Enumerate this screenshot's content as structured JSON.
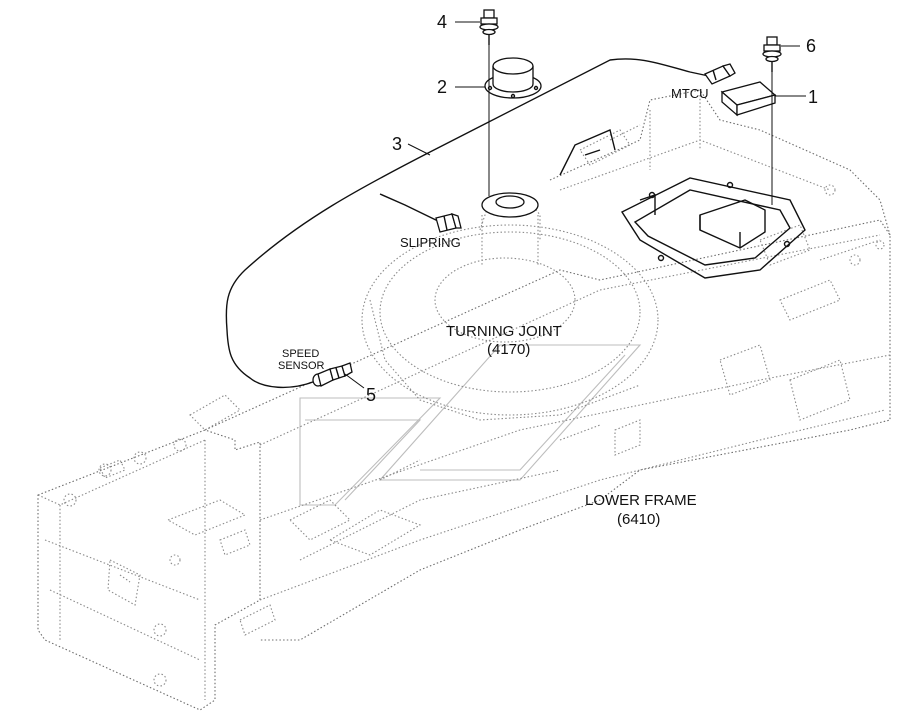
{
  "callouts": [
    {
      "id": "c1",
      "label": "1"
    },
    {
      "id": "c2",
      "label": "2"
    },
    {
      "id": "c3",
      "label": "3"
    },
    {
      "id": "c4",
      "label": "4"
    },
    {
      "id": "c5",
      "label": "5"
    },
    {
      "id": "c6",
      "label": "6"
    }
  ],
  "labels": {
    "mtcu": "MTCU",
    "slipring": "SLIPRING",
    "speed_sensor_1": "SPEED",
    "speed_sensor_2": "SENSOR",
    "turning_joint": "TURNING JOINT",
    "turning_joint_no": "(4170)",
    "lower_frame": "LOWER FRAME",
    "lower_frame_no": "(6410)"
  }
}
